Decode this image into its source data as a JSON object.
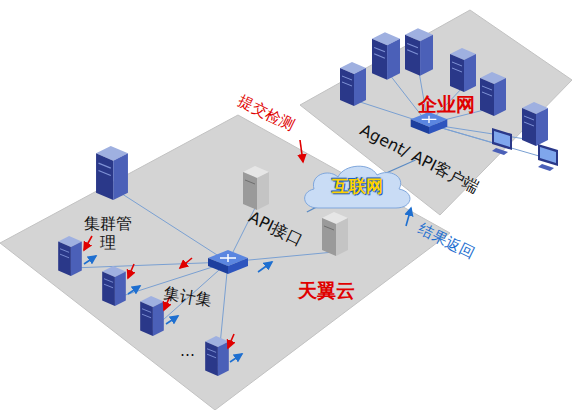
{
  "diagram": {
    "nodes": [
      {
        "text": [
          "企业网"
        ]
      },
      {
        "text": [
          "Agent/ API客户端"
        ],
        "in": 0
      },
      {
        "text": [
          "互联网"
        ]
      },
      {
        "text": [
          "天翼云"
        ]
      },
      {
        "text": [
          "集群管理"
        ],
        "in": 3
      },
      {
        "text": [
          "API接口"
        ],
        "in": 3
      },
      {
        "text": [
          "集计集"
        ],
        "in": 3
      }
    ],
    "edges": [
      {
        "from": 2,
        "to": 5,
        "arrow": "none"
      },
      {
        "from": 2,
        "to": 1,
        "arrow": "none"
      }
    ],
    "labels": [
      "提交检测",
      "结果返回",
      "…"
    ]
  }
}
